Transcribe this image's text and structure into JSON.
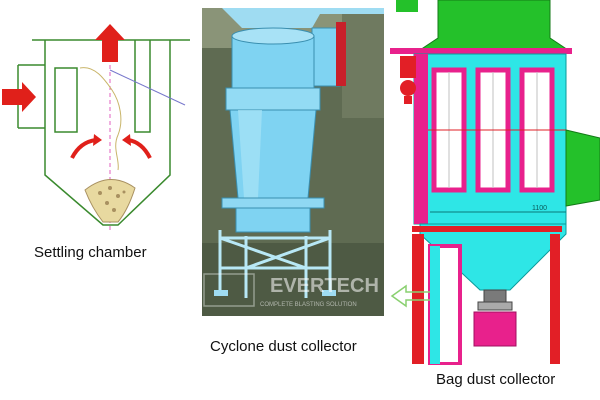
{
  "captions": {
    "settling": "Settling chamber",
    "cyclone": "Cyclone dust collector",
    "bag": "Bag dust collector"
  },
  "watermark": {
    "brand": "EVERTECH",
    "tagline": "COMPLETE BLASTING SOLUTION"
  },
  "dimension_label": "1100",
  "colors": {
    "flow_arrow": "#e0201a",
    "chamber_outline": "#3a8a2e",
    "dust_pile": "#e8d9a0",
    "cyclone_body": "#7fd3f2",
    "cyclone_background": "#5f6b52",
    "bag_frame": "#2ee6e6",
    "bag_filters": "#e8218c",
    "bag_support": "#e21f26",
    "bag_hopper_top": "#24c12a",
    "bag_outlet": "#7a7a7a"
  }
}
